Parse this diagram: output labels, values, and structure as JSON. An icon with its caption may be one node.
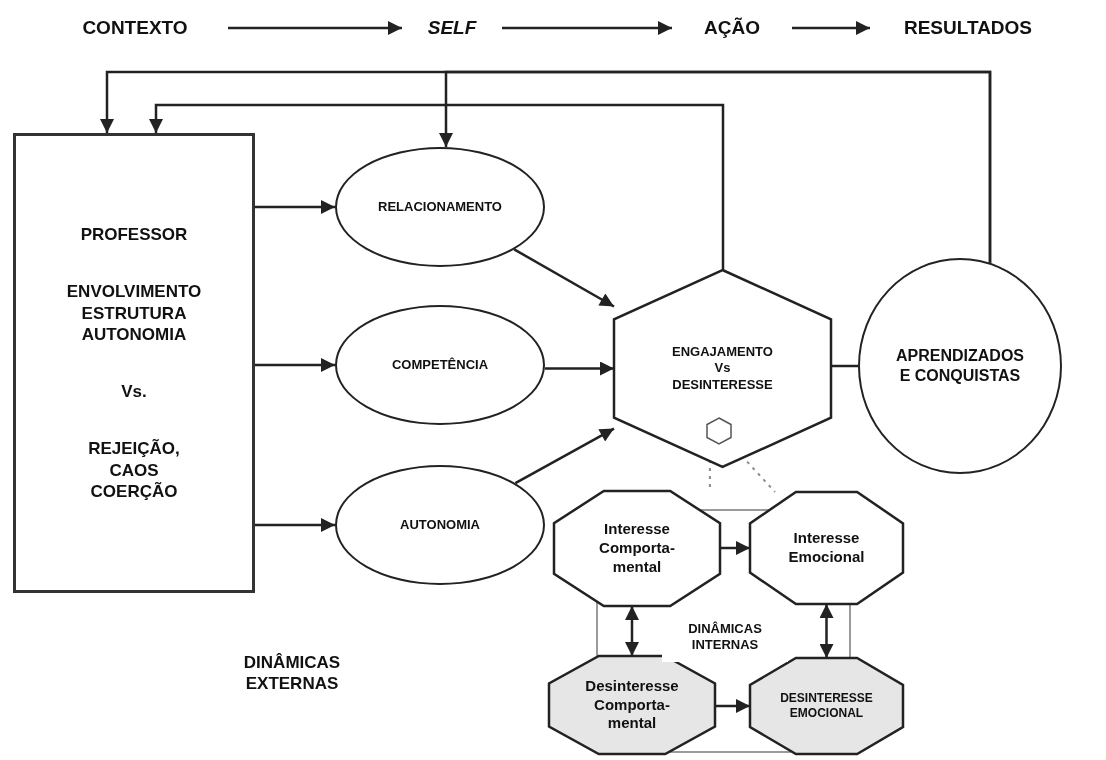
{
  "diagram": {
    "nodes": [
      {
        "text": [
          "CONTEXTO"
        ]
      },
      {
        "text": [
          "SELF"
        ]
      },
      {
        "text": [
          "AÇÃO"
        ]
      },
      {
        "text": [
          "RESULTADOS"
        ]
      },
      {
        "text": [
          "PROFESSOR",
          "ENVOLVIMENTO ESTRUTURA AUTONOMIA",
          "Vs.",
          "REJEIÇÃO, CAOS COERÇÃO"
        ]
      },
      {
        "text": [
          "RELACIONAMENTO"
        ]
      },
      {
        "text": [
          "COMPETÊNCIA"
        ]
      },
      {
        "text": [
          "AUTONOMIA"
        ]
      },
      {
        "text": [
          "ENGAJAMENTO Vs DESINTERESSE"
        ]
      },
      {
        "text": [
          "APRENDIZADOS E CONQUISTAS"
        ]
      },
      {
        "text": [],
        "shape": "hexagon",
        "in": 8
      },
      {
        "text": [
          "Interesse Comporta- mental"
        ]
      },
      {
        "text": [
          "Interesse Emocional"
        ]
      },
      {
        "text": [
          "Desinteresse Comporta- mental"
        ]
      },
      {
        "text": [
          "DESINTERESSE EMOCIONAL"
        ]
      }
    ],
    "edges": [
      {
        "from": 0,
        "to": 1,
        "arrow": "to"
      },
      {
        "from": 1,
        "to": 2,
        "arrow": "to"
      },
      {
        "from": 2,
        "to": 3,
        "arrow": "to"
      },
      {
        "from": 4,
        "to": 5,
        "arrow": "to"
      },
      {
        "from": 4,
        "to": 6,
        "arrow": "to"
      },
      {
        "from": 4,
        "to": 7,
        "arrow": "to"
      },
      {
        "from": 5,
        "to": 8,
        "arrow": "to"
      },
      {
        "from": 6,
        "to": 8,
        "arrow": "to"
      },
      {
        "from": 7,
        "to": 8,
        "arrow": "to"
      },
      {
        "from": 8,
        "to": 9,
        "arrow": "none"
      },
      {
        "from": 8,
        "to": 4,
        "arrow": "to"
      },
      {
        "from": 9,
        "to": 4,
        "arrow": "to"
      },
      {
        "from": 9,
        "to": 5,
        "arrow": "to"
      },
      {
        "from": 10,
        "to": 11,
        "arrow": "none",
        "style": "dashed",
        "color": "#8c8c8c"
      },
      {
        "from": 10,
        "to": 12,
        "arrow": "none",
        "style": "dashed",
        "color": "#8c8c8c"
      },
      {
        "from": 11,
        "to": 12,
        "arrow": "to"
      },
      {
        "from": 13,
        "to": 14,
        "arrow": "to"
      },
      {
        "from": 11,
        "to": 13,
        "arrow": "both"
      },
      {
        "from": 12,
        "to": 14,
        "arrow": "both"
      }
    ],
    "labels": [
      "DINÂMICAS EXTERNAS",
      "DINÂMICAS INTERNAS"
    ]
  }
}
